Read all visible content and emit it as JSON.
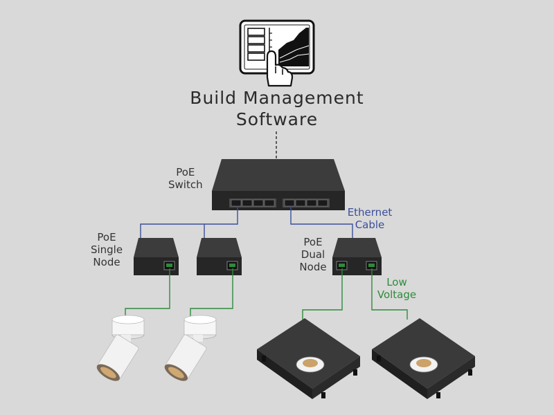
{
  "title": {
    "line1": "Build Management",
    "line2": "Software"
  },
  "labels": {
    "poe_switch": [
      "PoE",
      "Switch"
    ],
    "poe_single_node": [
      "PoE",
      "Single",
      "Node"
    ],
    "poe_dual_node": [
      "PoE",
      "Dual",
      "Node"
    ],
    "ethernet_cable": [
      "Ethernet",
      "Cable"
    ],
    "low_voltage": [
      "Low",
      "Voltage"
    ]
  },
  "icons": {
    "software": "tablet-touch-icon",
    "switch": "poe-switch-icon",
    "single_node": "poe-node-icon",
    "dual_node": "poe-node-icon",
    "spotlight": "spotlight-icon",
    "panel_light": "recessed-light-icon"
  },
  "colors": {
    "background": "#d9d9d9",
    "device": "#2b2b2b",
    "ethernet": "#3a4f9a",
    "low_voltage": "#2e8b3a",
    "text": "#333333"
  }
}
